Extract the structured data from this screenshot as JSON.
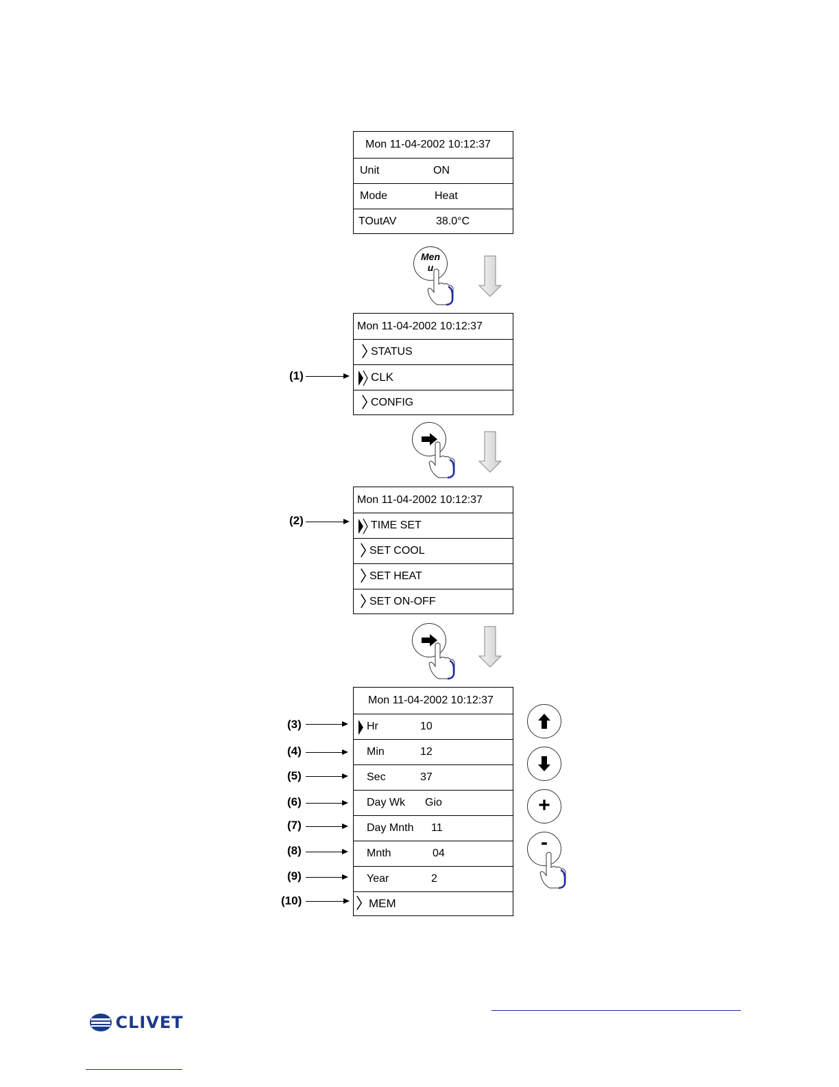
{
  "screen1": {
    "header": "Mon  11-04-2002   10:12:37",
    "rows": [
      {
        "label": "Unit",
        "value": "ON"
      },
      {
        "label": "Mode",
        "value": "Heat"
      },
      {
        "label": "TOutAV",
        "value": "38.0°C"
      }
    ]
  },
  "menu_button": {
    "line1": "Men",
    "line2": "u"
  },
  "screen2": {
    "header": "Mon  11-04-2002   10:12:37",
    "items": [
      "STATUS",
      "CLK",
      "CONFIG"
    ]
  },
  "screen3": {
    "header": "Mon  11-04-2002   10:12:37",
    "items": [
      "TIME SET",
      "SET COOL",
      "SET HEAT",
      "SET ON-OFF"
    ]
  },
  "screen4": {
    "header": "Mon  11-04-2002   10:12:37",
    "rows": [
      {
        "label": "Hr",
        "value": "10"
      },
      {
        "label": "Min",
        "value": "12"
      },
      {
        "label": "Sec",
        "value": "37"
      },
      {
        "label": "Day Wk",
        "value": "Gio"
      },
      {
        "label": "Day Mnth",
        "value": "11"
      },
      {
        "label": "Mnth",
        "value": "04"
      },
      {
        "label": "Year",
        "value": "2"
      }
    ],
    "mem": "MEM"
  },
  "callouts": [
    "(1)",
    "(2)",
    "(3)",
    "(4)",
    "(5)",
    "(6)",
    "(7)",
    "(8)",
    "(9)",
    "(10)"
  ],
  "side_buttons": {
    "plus": "+",
    "minus": "-"
  },
  "icons": [
    "menu-button-icon",
    "right-arrow-button-icon",
    "up-arrow-button-icon",
    "down-arrow-button-icon",
    "plus-button-icon",
    "minus-button-icon",
    "pointing-hand-icon",
    "flow-down-arrow-icon",
    "clivet-logo"
  ],
  "logo": {
    "text": "CLIVET",
    "color": "#1a3a8a"
  },
  "colors": {
    "hand_cuff": "#1f2aa6"
  }
}
